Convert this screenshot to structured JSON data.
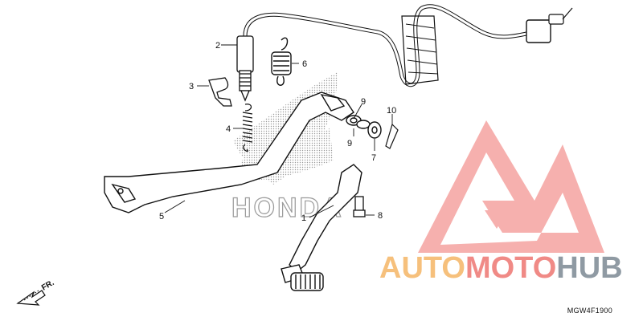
{
  "diagram": {
    "callouts": [
      "1",
      "2",
      "3",
      "4",
      "5",
      "6",
      "7",
      "8",
      "9",
      "9",
      "10"
    ],
    "front_label": "FR.",
    "part_code": "MGW4F1900",
    "background_brand": "HONDA"
  },
  "watermark": {
    "part1": "AUTO",
    "part2": "MOTO",
    "part3": "HUB",
    "colors": {
      "auto": "#f6c07c",
      "moto": "#f08a86",
      "hub": "#8f9aa3",
      "triangle": "#f08a86"
    }
  }
}
